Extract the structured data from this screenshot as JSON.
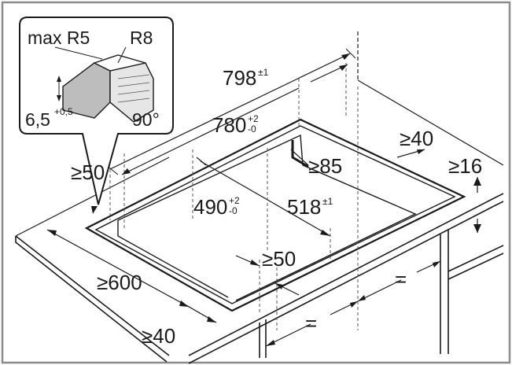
{
  "colors": {
    "line": "#1a1a1a",
    "frame": "#8c8c8c",
    "dash": "#555555",
    "wood_fill": "#e6e6e6",
    "edge_fill": "#bdbdbd"
  },
  "callout": {
    "radius_label": "max R5",
    "outer_radius_label": "R8",
    "depth_value": "6,5",
    "depth_tolerance": "+0,5",
    "angle_label": "90°"
  },
  "dimensions": {
    "outer_width": {
      "value": "798",
      "tolerance": "±1"
    },
    "cutout_width": {
      "value": "780",
      "tol_upper": "+2",
      "tol_lower": "-0"
    },
    "cutout_depth": {
      "value": "490",
      "tol_upper": "+2",
      "tol_lower": "-0"
    },
    "outer_depth": {
      "value": "518",
      "tolerance": "±1"
    },
    "back_clearance": "≥40",
    "rear_distance": "≥85",
    "worktop_thickness": "≥16",
    "side_clearance": "≥50",
    "front_clearance": "≥50",
    "worktop_depth": "≥600",
    "front_edge": "≥40",
    "equal_left": "=",
    "equal_right": "="
  }
}
